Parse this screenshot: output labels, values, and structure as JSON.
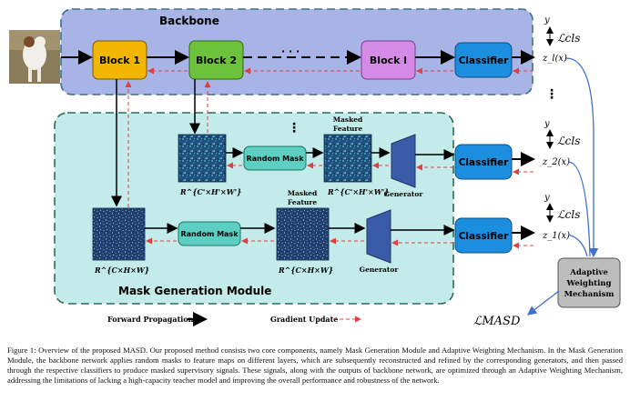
{
  "figure": {
    "backbone_title": "Backbone",
    "block1": "Block 1",
    "block2": "Block 2",
    "blockl": "Block l",
    "dots_h": "· · ·",
    "dots_v": "⋮",
    "classifier": "Classifier",
    "random_mask": "Random Mask",
    "masked_feature_line1": "Masked",
    "masked_feature_line2": "Feature",
    "generator": "Generator",
    "mgm_title": "Mask Generation Module",
    "aw_line1": "Adaptive",
    "aw_line2": "Weighting",
    "aw_line3": "Mechanism",
    "dim_small": "R^{C'×H'×W'}",
    "dim_large": "R^{C×H×W}",
    "y": "y",
    "l_cls": "ℒcls",
    "z_l": "z_l(x)",
    "z_2": "z_2(x)",
    "z_1": "z_1(x)",
    "l_masd": "ℒMASD",
    "legend_forward": "Forward Propagation",
    "legend_gradient": "Gradient Update",
    "colors": {
      "backbone_fill": "#a9b4e6",
      "mgm_fill": "#c3ebe9",
      "block1": "#f2b600",
      "block2": "#6cc23a",
      "blockl": "#d58be6",
      "classifier": "#1c8ee0",
      "random_mask": "#5ccfc2",
      "generator": "#3a5ca8",
      "aw": "#bdbdbd",
      "gradient": "#e04040"
    }
  },
  "caption": "Figure 1: Overview of the proposed MASD. Our proposed method consists two core components, namely Mask Generation Module and Adaptive Weighting Mechanism. In the Mask Generation Module, the backbone network applies random masks to feature maps on different layers, which are subsequently reconstructed and refined by the corresponding generators, and then passed through the respective classifiers to produce masked supervisory signals. These signals, along with the outputs of backbone network, are optimized through an Adaptive Weighting Mechanism, addressing the limitations of lacking a high-capacity teacher model and improving the overall performance and robustness of the network."
}
